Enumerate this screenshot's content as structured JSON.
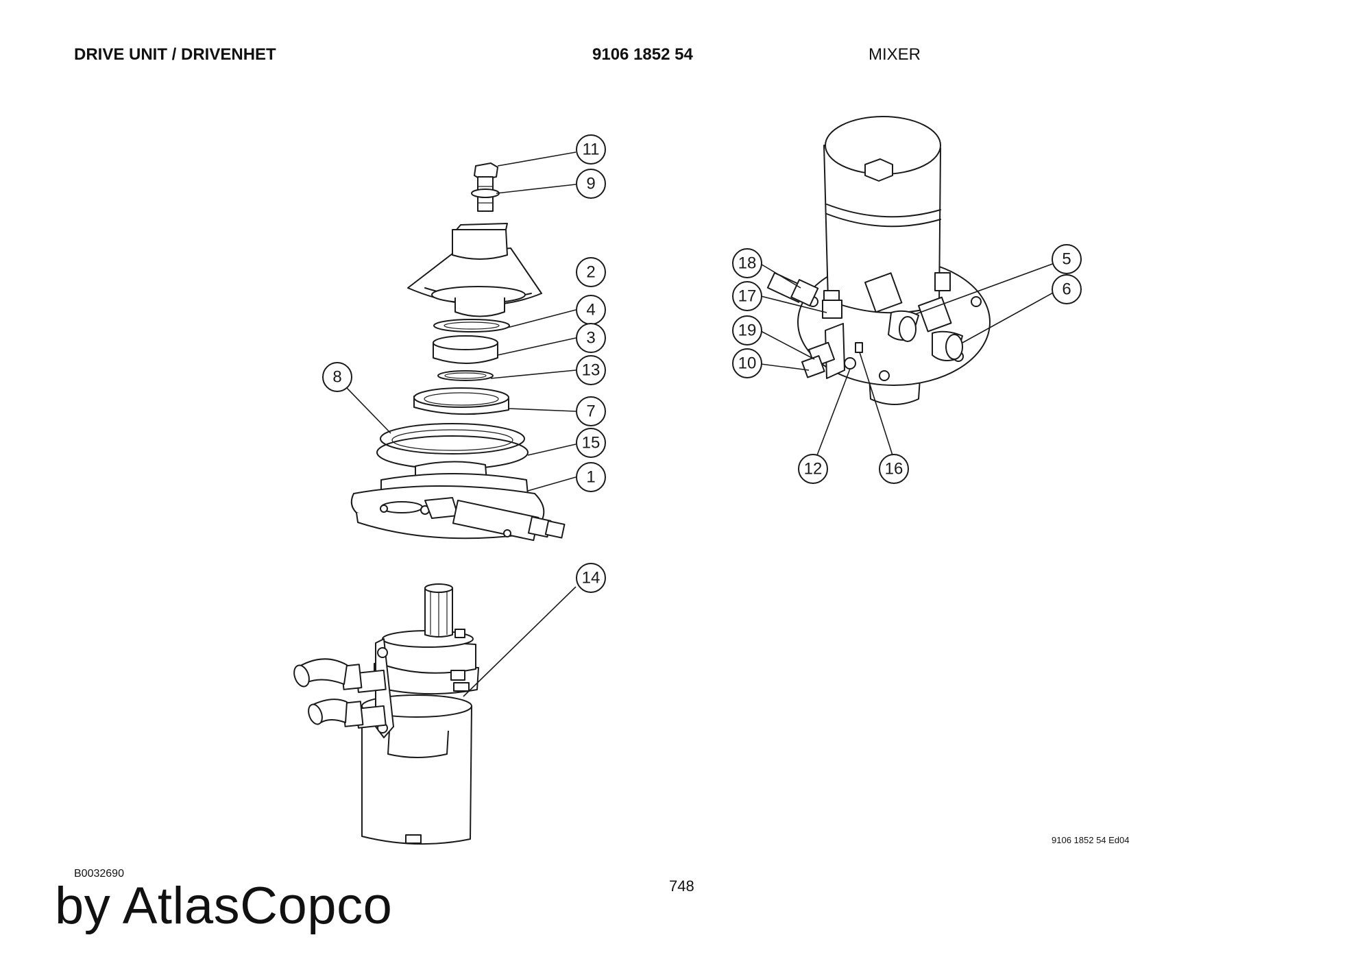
{
  "header": {
    "title": "DRIVE UNIT / DRIVENHET",
    "part_number": "9106 1852 54",
    "assembly": "MIXER"
  },
  "callouts": {
    "c1": "1",
    "c2": "2",
    "c3": "3",
    "c4": "4",
    "c5": "5",
    "c6": "6",
    "c7": "7",
    "c8": "8",
    "c9": "9",
    "c10": "10",
    "c11": "11",
    "c12": "12",
    "c13": "13",
    "c14": "14",
    "c15": "15",
    "c16": "16",
    "c17": "17",
    "c18": "18",
    "c19": "19"
  },
  "footer": {
    "edition": "9106 1852 54 Ed04",
    "drawing_id": "B0032690",
    "page_number": "748",
    "brand": "by AtlasCopco"
  }
}
